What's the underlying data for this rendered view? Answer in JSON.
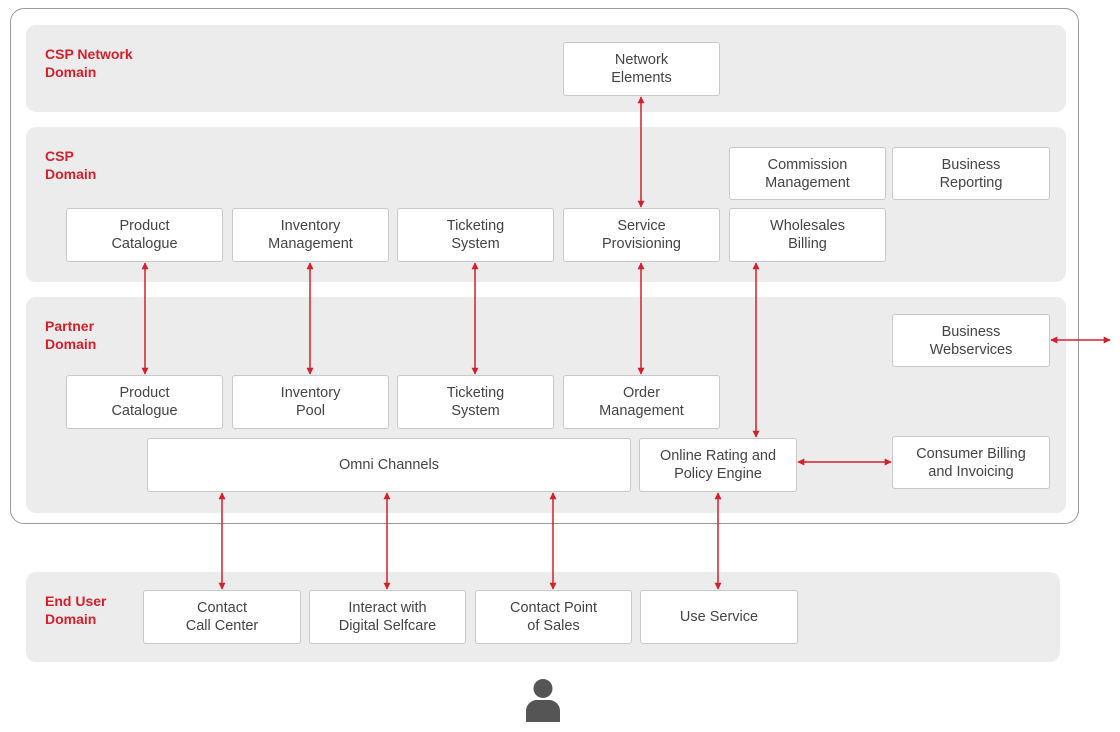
{
  "colors": {
    "accent": "#d3202d",
    "band": "#ececec",
    "box_text": "#444444"
  },
  "domains": {
    "network": "CSP Network\nDomain",
    "csp": "CSP\nDomain",
    "partner": "Partner\nDomain",
    "enduser": "End User\nDomain"
  },
  "boxes": {
    "network_elements": "Network\nElements",
    "commission_management": "Commission\nManagement",
    "business_reporting": "Business\nReporting",
    "csp_product_catalogue": "Product\nCatalogue",
    "csp_inventory_management": "Inventory\nManagement",
    "csp_ticketing_system": "Ticketing\nSystem",
    "service_provisioning": "Service\nProvisioning",
    "wholesales_billing": "Wholesales\nBilling",
    "business_webservices": "Business\nWebservices",
    "partner_product_catalogue": "Product\nCatalogue",
    "inventory_pool": "Inventory\nPool",
    "partner_ticketing_system": "Ticketing\nSystem",
    "order_management": "Order\nManagement",
    "omni_channels": "Omni Channels",
    "online_rating": "Online Rating and\nPolicy Engine",
    "consumer_billing": "Consumer Billing\nand Invoicing",
    "contact_call_center": "Contact\nCall Center",
    "digital_selfcare": "Interact with\nDigital Selfcare",
    "point_of_sales": "Contact Point\nof Sales",
    "use_service": "Use Service"
  },
  "icons": {
    "user": "person-icon"
  }
}
